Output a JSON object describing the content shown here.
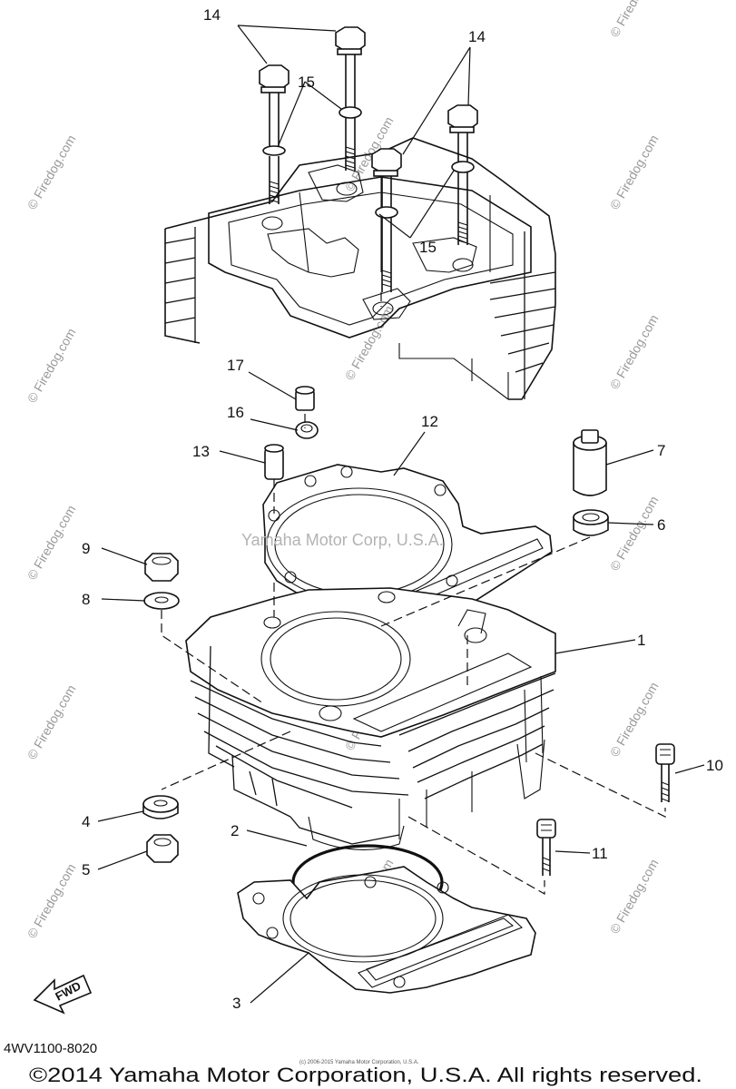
{
  "diagram": {
    "part_code": "4WV1100-8020",
    "copyright": "©2014 Yamaha Motor Corporation, U.S.A. All rights reserved.",
    "small_print": "(c) 2006-2015 Yamaha Motor Corporation, U.S.A.",
    "center_watermark": "Yamaha Motor Corp, U.S.A.",
    "side_watermark": "© Firedog.com",
    "fwd_label": "FWD",
    "callouts": [
      "14",
      "14",
      "15",
      "15",
      "17",
      "16",
      "13",
      "12",
      "7",
      "6",
      "9",
      "8",
      "1",
      "10",
      "4",
      "2",
      "11",
      "5",
      "3"
    ]
  }
}
